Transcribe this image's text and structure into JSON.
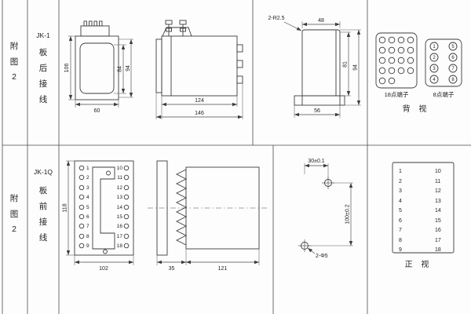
{
  "left_rail": {
    "top_fig": [
      "附",
      "图",
      "2"
    ],
    "bottom_fig": [
      "附",
      "图",
      "2"
    ]
  },
  "top_section": {
    "model": "JK-1",
    "wiring": [
      "板",
      "后",
      "接",
      "线"
    ],
    "front_view": {
      "dim_height": "106",
      "dim_inner": "84",
      "dim_mid": "94",
      "dim_width": "60"
    },
    "side_view": {
      "dim_body": "124",
      "dim_total": "146"
    },
    "profile_view": {
      "note": "2-R2.5",
      "dim_top": "48",
      "dim_h1": "81",
      "dim_h2": "94",
      "dim_bottom": "56"
    },
    "terminal_panel": {
      "label_18": "18点端子",
      "label_8": "8点端子",
      "view": "背 视",
      "points8": [
        "1",
        "5",
        "2",
        "6",
        "3",
        "7",
        "4",
        "8"
      ]
    }
  },
  "bottom_section": {
    "model": "JK-1Q",
    "wiring": [
      "板",
      "前",
      "接",
      "线"
    ],
    "front_view": {
      "dim_height": "118",
      "dim_width": "102",
      "left": [
        "1",
        "2",
        "3",
        "4",
        "5",
        "6",
        "7",
        "8",
        "9"
      ],
      "right": [
        "10",
        "11",
        "12",
        "13",
        "14",
        "15",
        "16",
        "17",
        "18"
      ]
    },
    "side_view": {
      "dim_flange": "35",
      "dim_body": "121"
    },
    "drill_view": {
      "dim_x": "30±0.1",
      "dim_y": "100±0.2",
      "note": "2-Φ5"
    },
    "terminal_table": {
      "left": [
        "1",
        "2",
        "3",
        "4",
        "5",
        "6",
        "7",
        "8",
        "9"
      ],
      "right": [
        "10",
        "11",
        "12",
        "13",
        "14",
        "15",
        "16",
        "17",
        "18"
      ],
      "view": "正 视"
    }
  }
}
